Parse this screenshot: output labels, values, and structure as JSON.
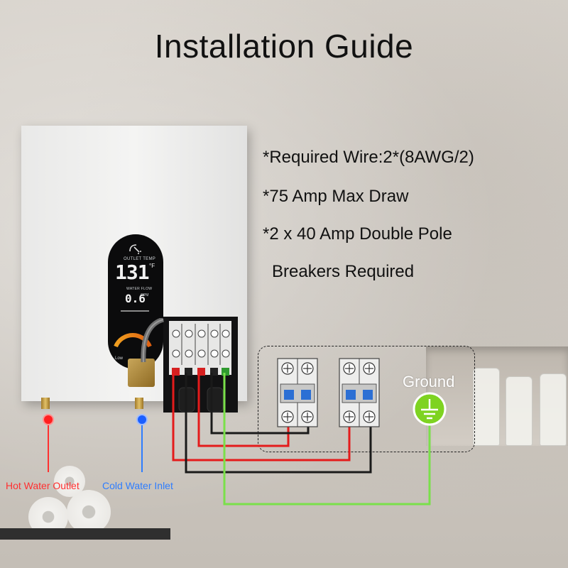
{
  "title": "Installation Guide",
  "specs": [
    "*Required Wire:2*(8AWG/2)",
    "*75 Amp Max Draw",
    "*2 x 40 Amp Double Pole",
    "Breakers Required"
  ],
  "display": {
    "outlet_temp_label": "OUTLET TEMP",
    "temperature": "131",
    "temperature_unit": "°F",
    "water_flow_label": "WATER FLOW",
    "flow": "0.6",
    "flow_unit": "GPM",
    "low_label": "Low"
  },
  "labels": {
    "hot_water_outlet": "Hot Water Outlet",
    "cold_water_inlet": "Cold Water Inlet",
    "ground": "Ground"
  },
  "colors": {
    "hot": "#ff3030",
    "cold": "#2e7dff",
    "live_wire": "#e41b1b",
    "neutral_wire": "#1a1a1a",
    "ground_wire": "#7ae04a",
    "ground_badge": "#7ed321"
  },
  "icons": [
    "shower-icon",
    "breaker-icon",
    "ground-symbol-icon",
    "hot-dot-icon",
    "cold-dot-icon"
  ]
}
